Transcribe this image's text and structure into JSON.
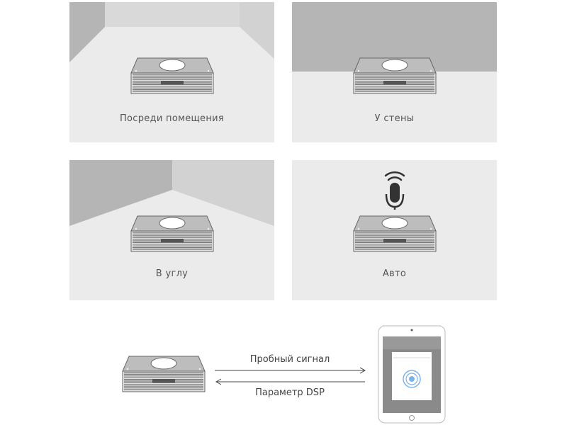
{
  "placements": [
    {
      "label": "Посреди помещения"
    },
    {
      "label": "У стены"
    },
    {
      "label": "В углу"
    },
    {
      "label": "Авто"
    }
  ],
  "flow": {
    "test_signal_label": "Пробный сигнал",
    "dsp_param_label": "Параметр DSP"
  },
  "colors": {
    "panel": "#ebebeb",
    "wall_dark": "#b5b5b5",
    "wall_light": "#d6d6d6"
  }
}
